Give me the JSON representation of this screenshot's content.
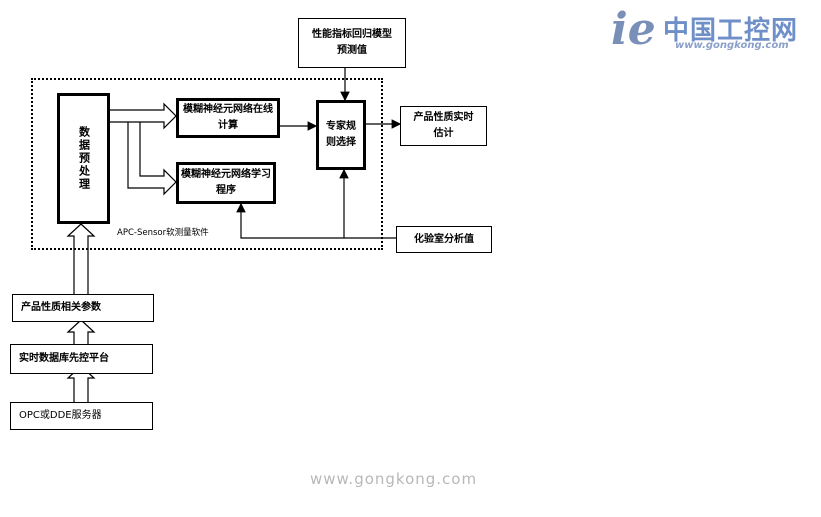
{
  "diagram": {
    "perf_model_box": "性能指标回归模型预测值",
    "preprocess_box": "数据预处理",
    "fuzzy_online_box": "模糊神经元网络在线计算",
    "fuzzy_learn_box": "模糊神经元网络学习程序",
    "expert_box": "专家规则选择",
    "product_realtime_box": "产品性质实时估计",
    "lab_value_box": "化验室分析值",
    "software_label": "APC-Sensor软测量软件",
    "product_params_box": "产品性质相关参数",
    "realtime_db_box": "实时数据库先控平台",
    "opc_box": "OPC或DDE服务器"
  },
  "watermark": {
    "logo_ie": "ie",
    "logo_cn": "中国工控网",
    "logo_url": "www.gongkong.com",
    "bottom_text": "www.gongkong.com"
  },
  "colors": {
    "logo_i": "#7a8fb8",
    "logo_e": "#d44b7a",
    "logo_cn": "#6f8fc8",
    "watermark": "#b8b8b8"
  }
}
